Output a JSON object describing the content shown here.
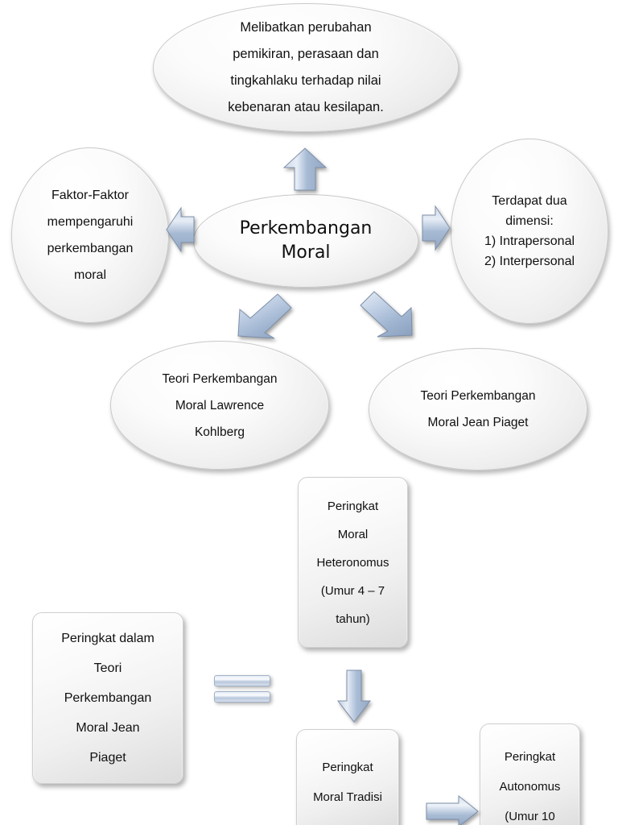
{
  "diagram": {
    "title": "Perkembangan Moral",
    "accent_arrow_color": "#a8bcd6",
    "shape_fill": "#f2f2f2",
    "text_color": "#101010"
  },
  "nodes": {
    "top": {
      "name": "melibatkan-perubahan",
      "lines": [
        "Melibatkan perubahan",
        "pemikiran, perasaan dan",
        "tingkahlaku terhadap nilai",
        "kebenaran atau kesilapan."
      ]
    },
    "left": {
      "name": "faktor-faktor",
      "lines": [
        "Faktor-Faktor",
        "mempengaruhi",
        "perkembangan",
        "moral"
      ]
    },
    "right": {
      "name": "dua-dimensi",
      "lines": [
        "Terdapat dua",
        "dimensi:",
        "1) Intrapersonal",
        "2) Interpersonal"
      ]
    },
    "center": {
      "name": "perkembangan-moral",
      "lines": [
        "Perkembangan",
        "Moral"
      ]
    },
    "kohlberg": {
      "name": "teori-kohlberg",
      "lines": [
        "Teori Perkembangan",
        "Moral Lawrence",
        "Kohlberg"
      ]
    },
    "piaget": {
      "name": "teori-piaget",
      "lines": [
        "Teori Perkembangan",
        "Moral Jean Piaget"
      ]
    },
    "heteronomus": {
      "name": "peringkat-moral-heteronomus",
      "lines": [
        "Peringkat",
        "Moral",
        "Heteronomus",
        "(Umur 4 – 7",
        "tahun)"
      ]
    },
    "theory": {
      "name": "peringkat-dalam-teori",
      "lines": [
        "Peringkat  dalam",
        "Teori",
        "Perkembangan",
        "Moral Jean",
        "Piaget"
      ]
    },
    "tradisi": {
      "name": "peringkat-moral-tradisi",
      "lines": [
        "Peringkat",
        "Moral Tradisi"
      ]
    },
    "autonomus": {
      "name": "peringkat-autonomus",
      "lines": [
        "Peringkat",
        "Autonomus",
        "(Umur 10"
      ]
    }
  },
  "connectors": {
    "arrow_up": "arrow-up",
    "arrow_left": "arrow-left",
    "arrow_right": "arrow-right",
    "arrow_down_left": "arrow-down-left",
    "arrow_down_right": "arrow-down-right",
    "arrow_down": "arrow-down",
    "arrow_east": "arrow-right-small",
    "equals": "equals-connector"
  }
}
